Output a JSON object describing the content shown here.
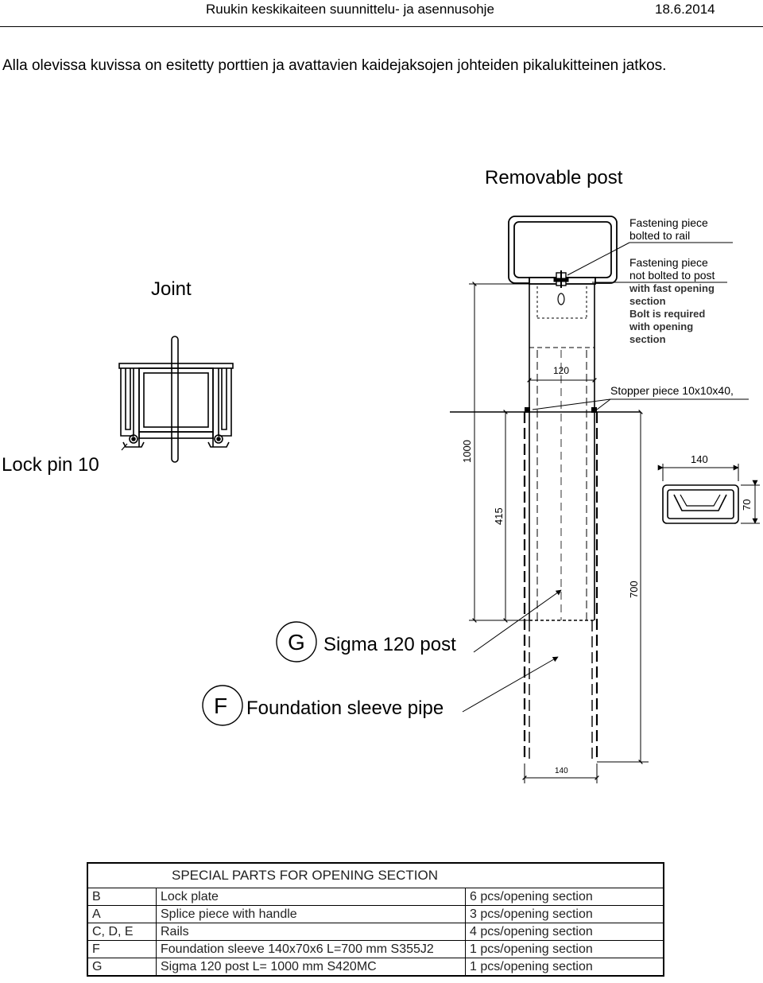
{
  "header": {
    "title": "Ruukin keskikaiteen suunnittelu- ja asennusohje",
    "date": "18.6.2014"
  },
  "intro": "Alla olevissa kuvissa on esitetty porttien ja avattavien kaidejaksojen johteiden pikalukitteinen jatkos.",
  "drawing": {
    "joint_title": "Joint",
    "lock_pin": "Lock pin 10",
    "removable_title": "Removable post",
    "fastening_bolted": [
      "Fastening piece",
      "bolted to rail"
    ],
    "fastening_not_bolted": [
      "Fastening piece",
      "not bolted to post"
    ],
    "fast_opening_note": [
      "with fast opening",
      "section",
      "Bolt is required",
      "with opening",
      "section"
    ],
    "stopper": "Stopper piece 10x10x40,",
    "dims": {
      "post_width": "120",
      "post_length": "1000",
      "above_ground": "415",
      "sleeve_length": "700",
      "sleeve_width": "140",
      "section_width": "140",
      "section_height": "70"
    },
    "callout_g_letter": "G",
    "callout_g_text": "Sigma 120 post",
    "callout_f_letter": "F",
    "callout_f_text": "Foundation sleeve pipe"
  },
  "table": {
    "title": "SPECIAL PARTS FOR OPENING SECTION",
    "rows": [
      {
        "code": "B",
        "part": "Lock plate",
        "qty": "6 pcs/opening section"
      },
      {
        "code": "A",
        "part": "Splice piece with handle",
        "qty": "3 pcs/opening section"
      },
      {
        "code": "C, D, E",
        "part": "Rails",
        "qty": "4 pcs/opening section"
      },
      {
        "code": "F",
        "part": "Foundation sleeve 140x70x6 L=700 mm S355J2",
        "qty": "1 pcs/opening section"
      },
      {
        "code": "G",
        "part": "Sigma 120 post L= 1000 mm S420MC",
        "qty": "1 pcs/opening section"
      }
    ]
  }
}
